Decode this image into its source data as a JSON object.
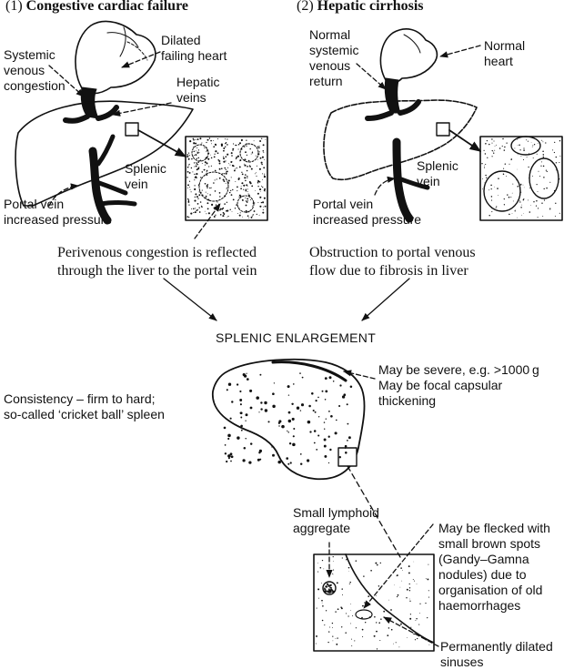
{
  "panels": {
    "left": {
      "number": "(1)",
      "title": "Congestive cardiac failure",
      "labels": {
        "heart": "Dilated\nfailing heart",
        "systemic": "Systemic\nvenous\ncongestion",
        "hepatic": "Hepatic\nveins",
        "splenic": "Splenic\nvein",
        "portal": "Portal vein\nincreased pressure"
      },
      "caption": "Perivenous congestion is reflected\nthrough the liver to the portal vein"
    },
    "right": {
      "number": "(2)",
      "title": "Hepatic cirrhosis",
      "labels": {
        "systemic": "Normal\nsystemic\nvenous\nreturn",
        "heart": "Normal\nheart",
        "splenic": "Splenic\nvein",
        "portal": "Portal vein\nincreased pressure"
      },
      "caption": "Obstruction to portal venous\nflow due to fibrosis in liver"
    }
  },
  "center_title": "SPLENIC ENLARGEMENT",
  "spleen": {
    "consistency": "Consistency – firm to hard;\nso-called ‘cricket ball’ spleen",
    "severity": "May be severe, e.g. >1000 g\nMay be focal capsular\nthickening",
    "lymphoid": "Small lymphoid\naggregate",
    "flecked": "May be flecked with\nsmall brown spots\n(Gandy–Gamna\nnodules) due to\norganisation of old\nhaemorrhages",
    "sinuses": "Permanently dilated\nsinuses"
  },
  "colors": {
    "ink": "#111111",
    "background": "#ffffff"
  }
}
